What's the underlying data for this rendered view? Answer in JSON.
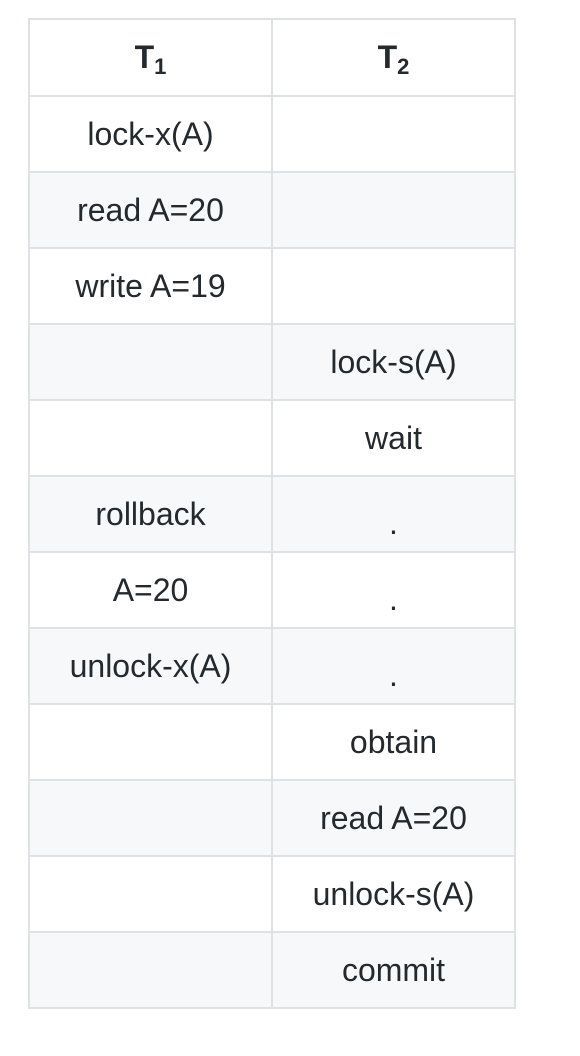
{
  "table": {
    "headers": [
      {
        "main": "T",
        "sub": "1"
      },
      {
        "main": "T",
        "sub": "2"
      }
    ],
    "rows": [
      {
        "t1": "lock-x(A)",
        "t2": ""
      },
      {
        "t1": "read A=20",
        "t2": ""
      },
      {
        "t1": "write A=19",
        "t2": ""
      },
      {
        "t1": "",
        "t2": "lock-s(A)"
      },
      {
        "t1": "",
        "t2": "wait"
      },
      {
        "t1": "rollback",
        "t2": "."
      },
      {
        "t1": "A=20",
        "t2": "."
      },
      {
        "t1": "unlock-x(A)",
        "t2": "."
      },
      {
        "t1": "",
        "t2": "obtain"
      },
      {
        "t1": "",
        "t2": "read A=20"
      },
      {
        "t1": "",
        "t2": "unlock-s(A)"
      },
      {
        "t1": "",
        "t2": "commit"
      }
    ]
  }
}
